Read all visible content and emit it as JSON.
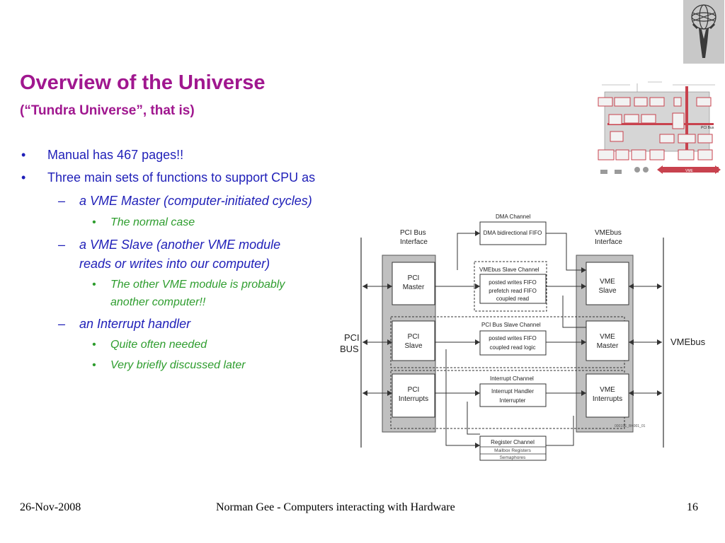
{
  "slide": {
    "title": "Overview of the Universe",
    "subtitle": "(“Tundra Universe”, that is)",
    "bullets": [
      {
        "marker": "•",
        "text": "Manual has 467 pages!!"
      },
      {
        "marker": "•",
        "text": "Three main sets of functions to support CPU as"
      }
    ],
    "subitems": [
      {
        "marker": "–",
        "lines": [
          "a VME Master (computer-initiated cycles)"
        ],
        "children": [
          {
            "marker": "•",
            "lines": [
              "The normal case"
            ]
          }
        ]
      },
      {
        "marker": "–",
        "lines": [
          "a VME Slave (another VME module",
          "reads or writes into our computer)"
        ],
        "children": [
          {
            "marker": "•",
            "lines": [
              "The other VME module is probably",
              "another computer!!"
            ]
          }
        ]
      },
      {
        "marker": "–",
        "lines": [
          "an Interrupt handler"
        ],
        "children": [
          {
            "marker": "•",
            "lines": [
              "Quite often needed"
            ]
          },
          {
            "marker": "•",
            "lines": [
              "Very briefly discussed later"
            ]
          }
        ]
      }
    ]
  },
  "diagram": {
    "pci_bus_label": [
      "PCI",
      "BUS"
    ],
    "vme_bus_label": "VMEbus",
    "pci_interface_label": [
      "PCI Bus",
      "Interface"
    ],
    "vme_interface_label": [
      "VMEbus",
      "Interface"
    ],
    "pci_boxes": [
      [
        "PCI",
        "Master"
      ],
      [
        "PCI",
        "Slave"
      ],
      [
        "PCI",
        "Interrupts"
      ]
    ],
    "vme_boxes": [
      [
        "VME",
        "Slave"
      ],
      [
        "VME",
        "Master"
      ],
      [
        "VME",
        "Interrupts"
      ]
    ],
    "dma_channel": {
      "title": "DMA Channel",
      "box": "DMA bidirectional FIFO"
    },
    "vme_slave_channel": {
      "title": "VMEbus Slave  Channel",
      "box": [
        "posted writes FIFO",
        "prefetch read FIFO",
        "coupled read"
      ]
    },
    "pci_slave_channel": {
      "title": "PCI Bus Slave Channel",
      "box": [
        "posted writes FIFO",
        "coupled read logic"
      ]
    },
    "interrupt_channel": {
      "title": "Interrupt Channel",
      "box": [
        "Interrupt Handler",
        "Interrupter"
      ]
    },
    "register_channel": {
      "title": "Register Channel",
      "rows": [
        "Mailbox Registers",
        "Semaphores"
      ]
    },
    "figure_id": "00019E_BK001_01"
  },
  "thumbnail": {
    "pci_bus_label": "PCI Bus",
    "vme_label": "VME"
  },
  "footer": {
    "date": "26-Nov-2008",
    "center": "Norman Gee - Computers interacting with Hardware",
    "page": "16"
  },
  "colors": {
    "title": "#a0178f",
    "level1": "#1f1fb8",
    "level3": "#2e9d2e",
    "diagram_gray": "#c0c0c0",
    "thumb_red": "#c8424e"
  }
}
